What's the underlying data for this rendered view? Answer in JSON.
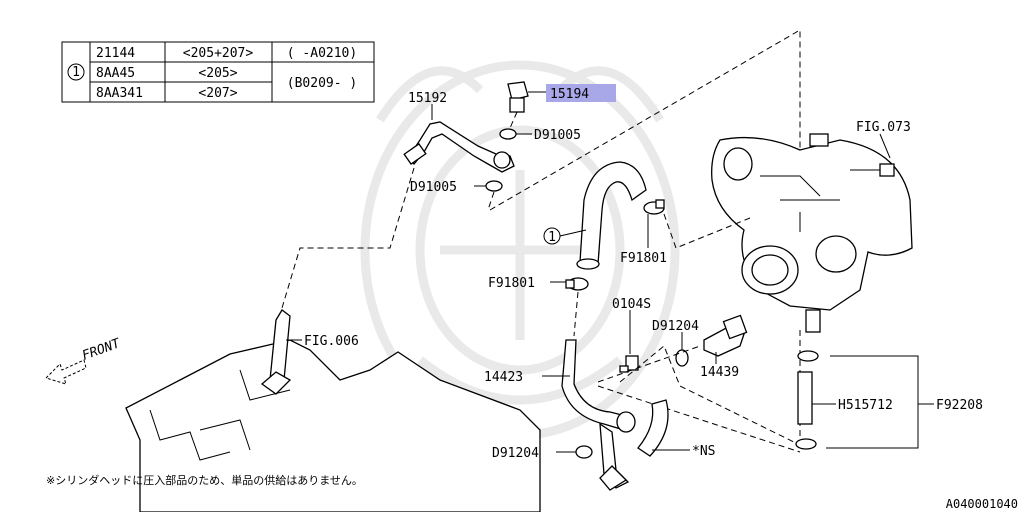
{
  "table": {
    "marker": "1",
    "rows": [
      {
        "part": "21144",
        "model": "<205+207>",
        "range": "( -A0210)"
      },
      {
        "part": "8AA45",
        "model": "<205>",
        "range": "(B0209- )"
      },
      {
        "part": "8AA341",
        "model": "<207>",
        "range": ""
      }
    ]
  },
  "labels": {
    "p15192": "15192",
    "p15194": "15194",
    "d91005_a": "D91005",
    "d91005_b": "D91005",
    "fig073": "FIG.073",
    "f91801_a": "F91801",
    "f91801_b": "F91801",
    "circle_marker": "1",
    "fig006": "FIG.006",
    "front": "FRONT",
    "p0104s": "0104S",
    "d91204_a": "D91204",
    "p14439": "14439",
    "p14423": "14423",
    "h515712": "H515712",
    "f92208": "F92208",
    "d91204_b": "D91204",
    "ns": "*NS"
  },
  "highlight_color": "#a8a8e8",
  "footer_note": "※シリンダヘッドに圧入部品のため、単品の供給はありません。",
  "diagram_id": "A040001040"
}
